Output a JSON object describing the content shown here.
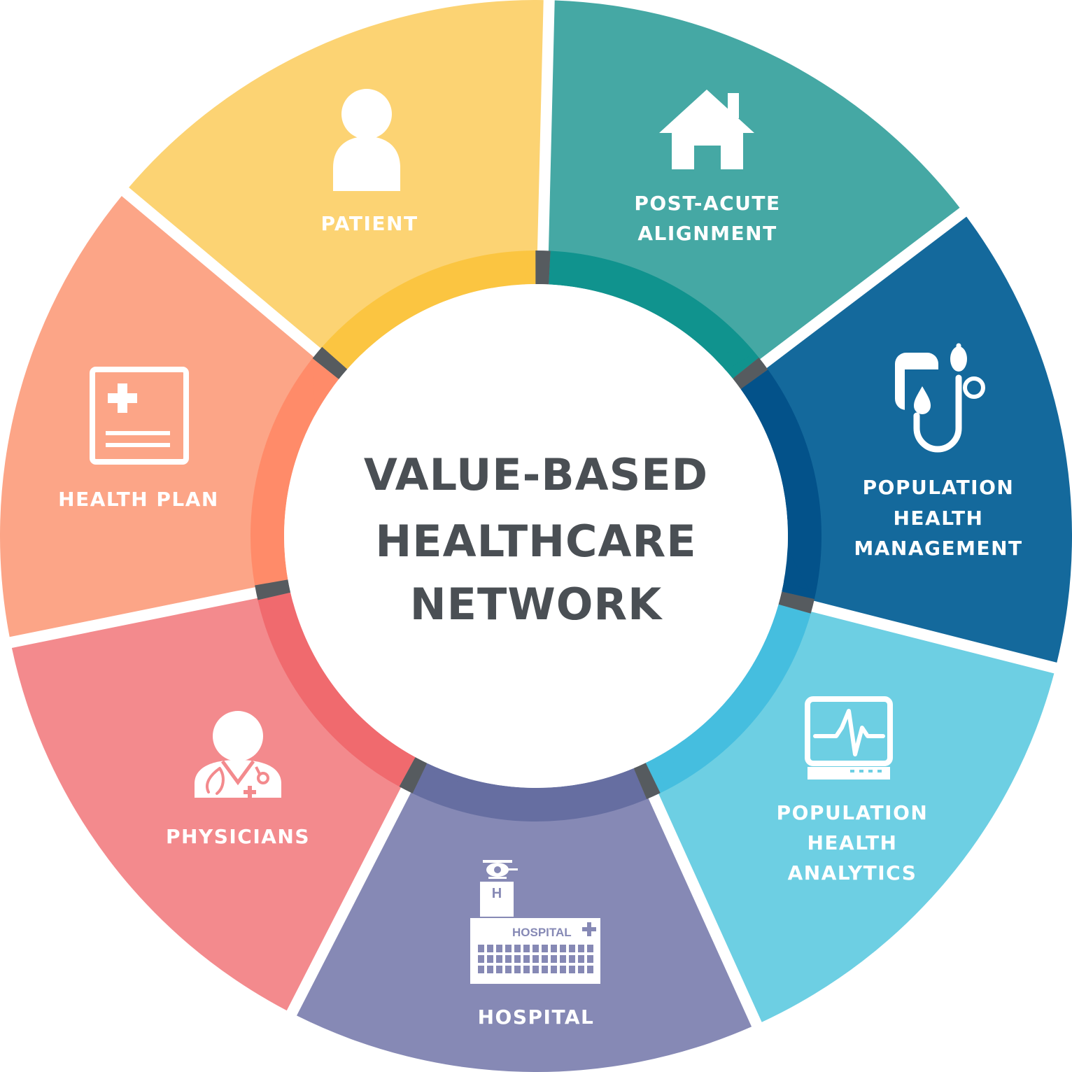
{
  "center": {
    "lines": [
      "VALUE-BASED",
      "HEALTHCARE",
      "NETWORK"
    ],
    "color": "#4a4f54"
  },
  "segments": [
    {
      "id": "patient",
      "lines": [
        "PATIENT"
      ],
      "icon": "person-icon",
      "color": "#fcd373",
      "ring_color": "#fbc541"
    },
    {
      "id": "post-acute",
      "lines": [
        "POST-ACUTE",
        "ALIGNMENT"
      ],
      "icon": "house-icon",
      "color": "#45a8a4",
      "ring_color": "#10938e"
    },
    {
      "id": "pop-mgmt",
      "lines": [
        "POPULATION",
        "HEALTH",
        "MANAGEMENT"
      ],
      "icon": "blood-pressure-monitor-icon",
      "color": "#14699c",
      "ring_color": "#03528a"
    },
    {
      "id": "pop-analytics",
      "lines": [
        "POPULATION",
        "HEALTH",
        "ANALYTICS"
      ],
      "icon": "heart-rate-monitor-icon",
      "color": "#6dcfe3",
      "ring_color": "#45bedf"
    },
    {
      "id": "hospital",
      "lines": [
        "HOSPITAL"
      ],
      "icon": "hospital-building-icon",
      "color": "#8689b5",
      "ring_color": "#666ea1"
    },
    {
      "id": "physicians",
      "lines": [
        "PHYSICIANS"
      ],
      "icon": "doctor-icon",
      "color": "#f38a8d",
      "ring_color": "#f06a6e"
    },
    {
      "id": "health-plan",
      "lines": [
        "HEALTH PLAN"
      ],
      "icon": "medical-card-icon",
      "color": "#fca587",
      "ring_color": "#ff8b69"
    }
  ],
  "hospital_icon": {
    "sign": "HOSPITAL",
    "letter": "H"
  },
  "ring_divider_color": "#565b5f"
}
